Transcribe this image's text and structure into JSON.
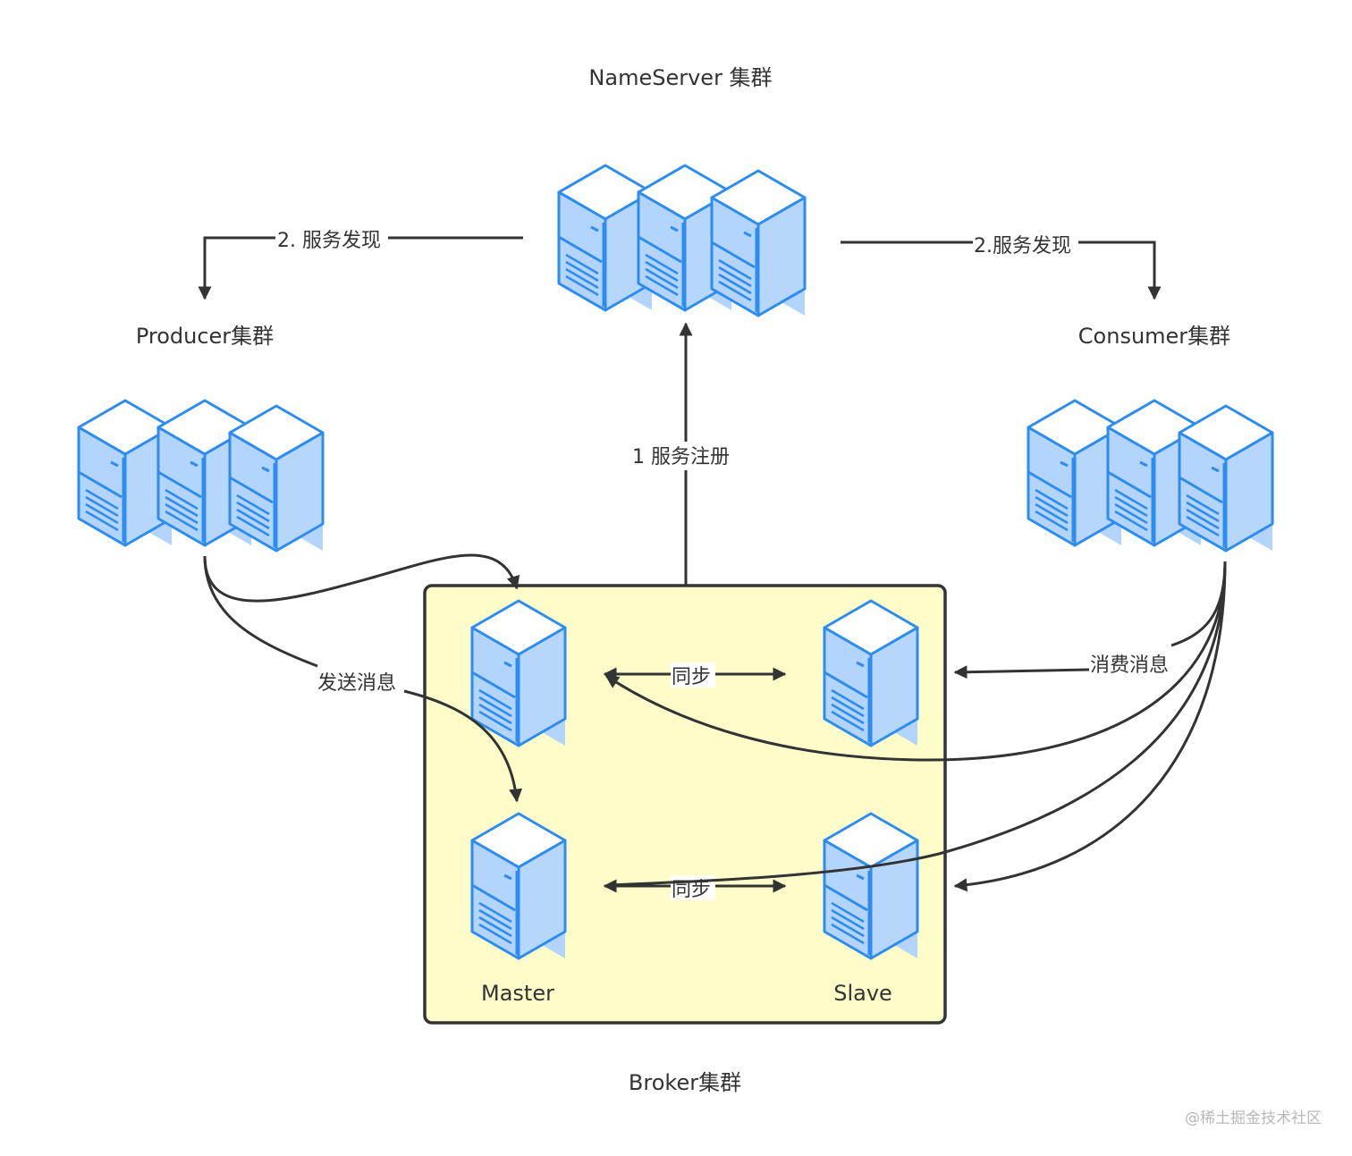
{
  "title": "RocketMQ cluster architecture",
  "clusters": {
    "nameserver": {
      "label": "NameServer 集群",
      "server_count": 3
    },
    "producer": {
      "label": "Producer集群",
      "server_count": 3
    },
    "consumer": {
      "label": "Consumer集群",
      "server_count": 3
    },
    "broker": {
      "label": "Broker集群",
      "master_label": "Master",
      "slave_label": "Slave"
    }
  },
  "edges": {
    "discovery_left": "2. 服务发现",
    "discovery_right": "2.服务发现",
    "register": "1 服务注册",
    "send": "发送消息",
    "consume": "消费消息",
    "sync_top": "同步",
    "sync_bottom": "同步"
  },
  "colors": {
    "server_fill": "#b3d4fc",
    "server_stroke": "#2d8cf0",
    "server_top": "#ffffff",
    "broker_bg": "#fefdca",
    "broker_border": "#333333",
    "edge": "#333333"
  },
  "watermark": "@稀土掘金技术社区"
}
